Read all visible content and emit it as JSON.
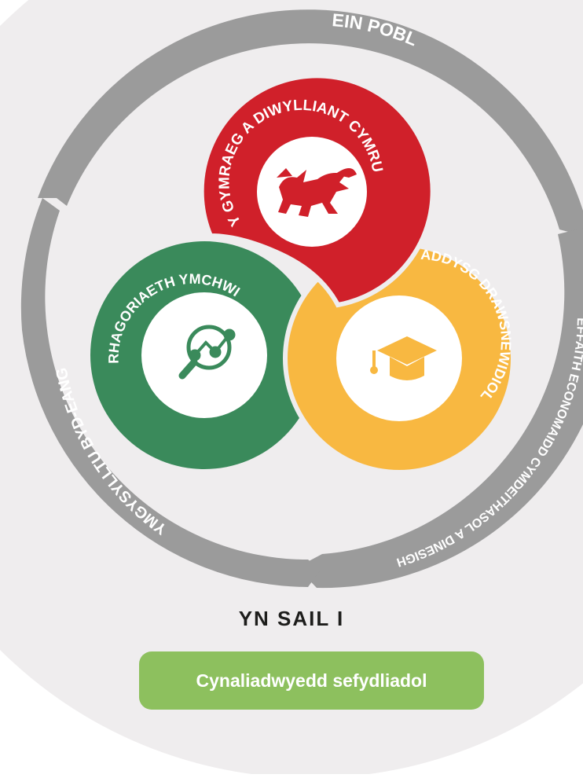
{
  "outer_ring": {
    "top_label": "EIN POBL",
    "right_label": "EFFAITH ECONOMAIDD CYMDEITHASOL A DINESIGH",
    "left_label": "YMGYSYLLTU BYD-EANG"
  },
  "circles": {
    "culture": {
      "label": "Y GYMRAEG A DIWYLLIANT CYMRU",
      "icon": "welsh-dragon-icon",
      "color": "#d0202a"
    },
    "research": {
      "label": "RHAGORIAETH YMCHWIL",
      "icon": "research-magnifier-icon",
      "color": "#3a8a5b"
    },
    "education": {
      "label": "ADDYSG DRAWSNEWIDIOL",
      "icon": "graduation-cap-icon",
      "color": "#f8b841"
    }
  },
  "foundation": {
    "heading": "YN SAIL I",
    "pill_label": "Cynaliadwyedd sefydliadol",
    "pill_color": "#8dc05e"
  },
  "colors": {
    "background_disc": "#efedee",
    "ring": "#9b9b9b"
  }
}
